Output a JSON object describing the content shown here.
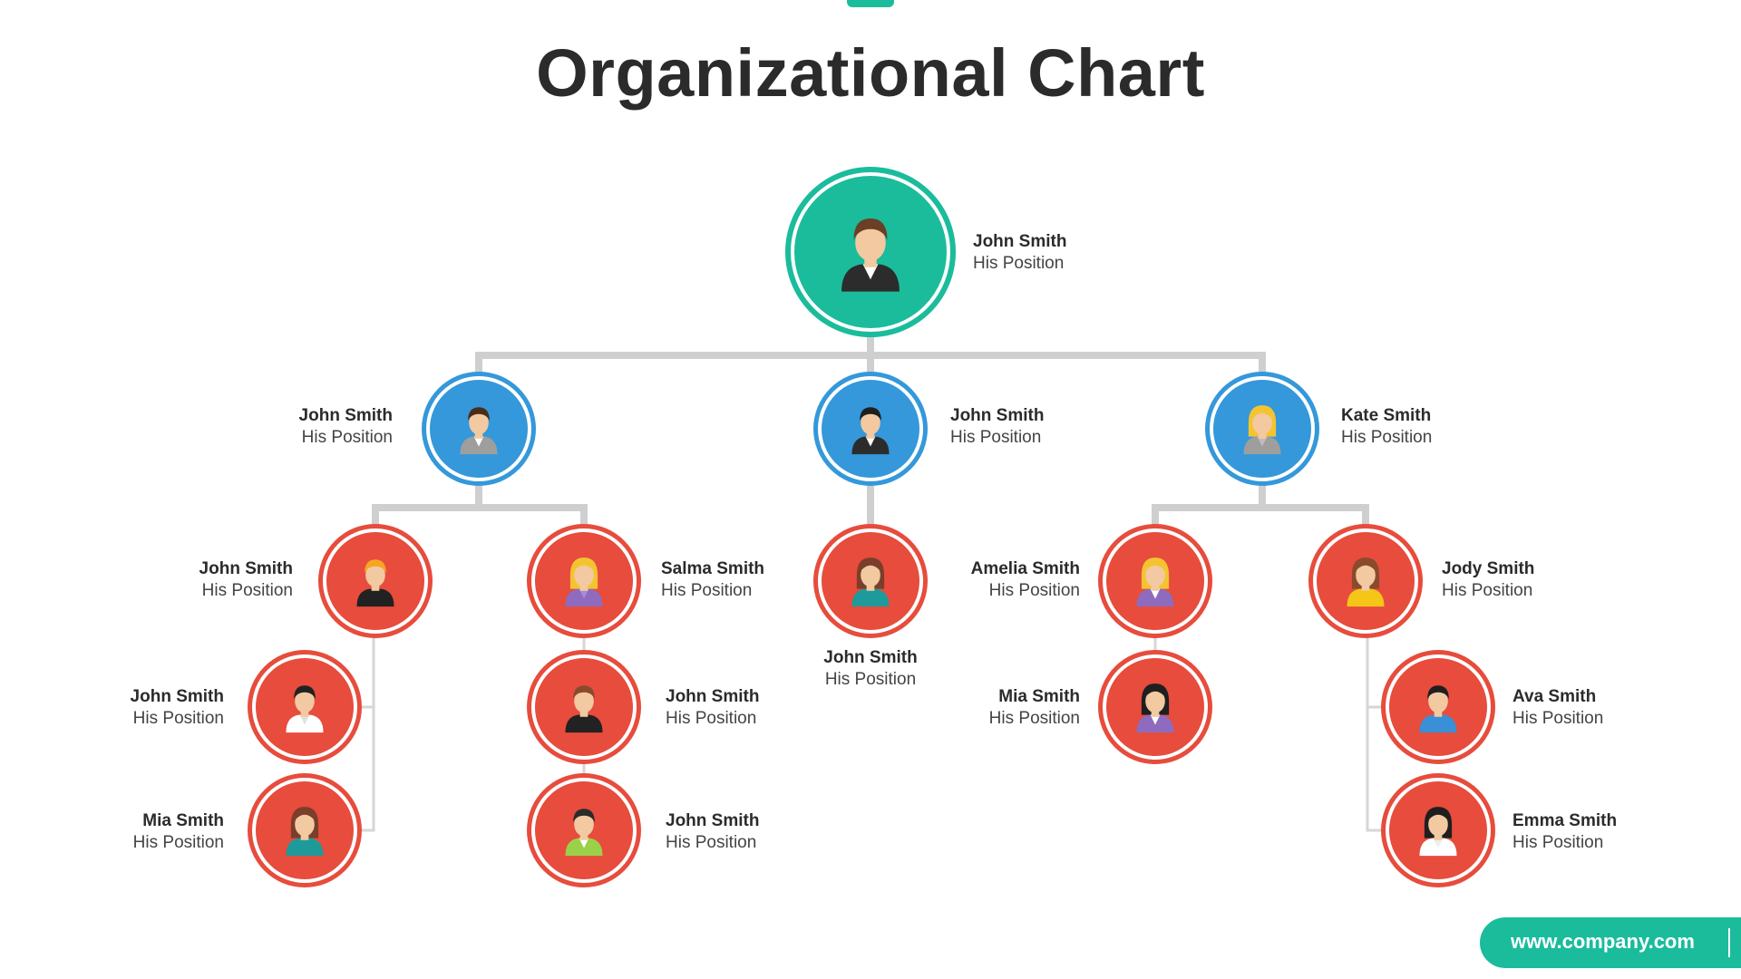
{
  "title": "Organizational Chart",
  "website": "www.company.com",
  "colors": {
    "root": "#1abc9c",
    "level1": "#3498db",
    "level2": "#e74c3c",
    "connector": "#cfcfcf",
    "text": "#2b2b2b"
  },
  "people": [
    {
      "id": "p0",
      "name": "John Smith",
      "position": "His Position",
      "icon": "man-suit-avatar-icon"
    },
    {
      "id": "p1",
      "name": "John Smith",
      "position": "His Position",
      "icon": "man-tie-avatar-icon"
    },
    {
      "id": "p2",
      "name": "John Smith",
      "position": "His Position",
      "icon": "man-bowtie-avatar-icon"
    },
    {
      "id": "p3",
      "name": "Kate Smith",
      "position": "His Position",
      "icon": "woman-blonde-avatar-icon"
    },
    {
      "id": "p4",
      "name": "John Smith",
      "position": "His Position",
      "icon": "man-blonde-avatar-icon"
    },
    {
      "id": "p5",
      "name": "Salma Smith",
      "position": "His Position",
      "icon": "woman-blonde-purple-avatar-icon"
    },
    {
      "id": "p6",
      "name": "John Smith",
      "position": "His Position",
      "icon": "woman-teal-avatar-icon"
    },
    {
      "id": "p7",
      "name": "Amelia Smith",
      "position": "His Position",
      "icon": "woman-long-hair-avatar-icon"
    },
    {
      "id": "p8",
      "name": "Jody Smith",
      "position": "His Position",
      "icon": "woman-yellow-avatar-icon"
    },
    {
      "id": "p9",
      "name": "John Smith",
      "position": "His Position",
      "icon": "man-white-shirt-avatar-icon"
    },
    {
      "id": "p10",
      "name": "Mia Smith",
      "position": "His Position",
      "icon": "woman-teal-avatar-icon"
    },
    {
      "id": "p11",
      "name": "John Smith",
      "position": "His Position",
      "icon": "man-glasses-beard-avatar-icon"
    },
    {
      "id": "p12",
      "name": "John Smith",
      "position": "His Position",
      "icon": "man-green-shirt-avatar-icon"
    },
    {
      "id": "p13",
      "name": "Mia Smith",
      "position": "His Position",
      "icon": "woman-dark-hair-avatar-icon"
    },
    {
      "id": "p14",
      "name": "Ava Smith",
      "position": "His Position",
      "icon": "man-beard-blue-avatar-icon"
    },
    {
      "id": "p15",
      "name": "Emma Smith",
      "position": "His Position",
      "icon": "woman-black-hair-avatar-icon"
    }
  ]
}
